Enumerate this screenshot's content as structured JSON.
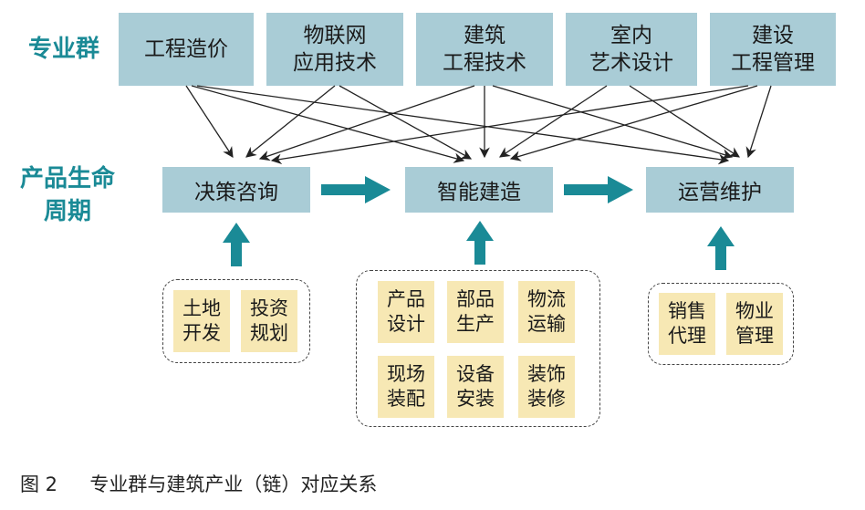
{
  "row_labels": {
    "majors": "专业群",
    "lifecycle": "产品生命\n周期"
  },
  "majors": [
    "工程造价",
    "物联网\n应用技术",
    "建筑\n工程技术",
    "室内\n艺术设计",
    "建设\n工程管理"
  ],
  "stages": [
    "决策咨询",
    "智能建造",
    "运营维护"
  ],
  "activities": {
    "decision": [
      "土地\n开发",
      "投资\n规划"
    ],
    "construction": [
      "产品\n设计",
      "部品\n生产",
      "物流\n运输",
      "现场\n装配",
      "设备\n安装",
      "装饰\n装修"
    ],
    "operation": [
      "销售\n代理",
      "物业\n管理"
    ]
  },
  "caption": {
    "number": "图 2",
    "text": "专业群与建筑产业（链）对应关系"
  },
  "colors": {
    "teal": "#1a8a96",
    "box_blue": "#a9ccd6",
    "activity_yellow": "#f7e8b4"
  }
}
